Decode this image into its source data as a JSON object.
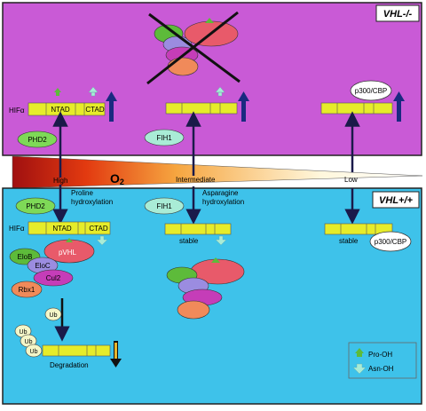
{
  "top_panel": {
    "label": "VHL-/-",
    "hif_label": "HIFα",
    "ntad": "NTAD",
    "ctad": "CTAD",
    "phd2": "PHD2",
    "fih1": "FIH1",
    "coactivator": "p300/CBP"
  },
  "gradient": {
    "high": "High",
    "o2": "O",
    "o2_sub": "2",
    "intermediate": "Intermediate",
    "low": "Low"
  },
  "bottom_panel": {
    "label": "VHL+/+",
    "hif_label": "HIFα",
    "ntad": "NTAD",
    "ctad": "CTAD",
    "phd2": "PHD2",
    "proline_line1": "Proline",
    "proline_line2": "hydroxylation",
    "fih1": "FIH1",
    "asparagine_line1": "Asparagine",
    "asparagine_line2": "hydroxylation",
    "pvhl": "pVHL",
    "elob": "EloB",
    "eloc": "EloC",
    "cul2": "Cul2",
    "rbx1": "Rbx1",
    "ub1": "Ub",
    "ub2": "Ub",
    "ub3": "Ub",
    "ub4": "Ub",
    "degradation": "Degradation",
    "stable_mid": "stable",
    "stable_right": "stable",
    "coactivator": "p300/CBP"
  },
  "legend": {
    "pro_oh": "Pro-OH",
    "asn_oh": "Asn-OH"
  },
  "colors": {
    "top_bg": "#c95ad6",
    "bottom_bg": "#3ec2ea",
    "domain_box": "#e6ec2a",
    "phd2": "#7ed957",
    "fih1": "#a9ecd6",
    "pvhl": "#e85a6a",
    "elob": "#5dbb3a",
    "eloc": "#9b8ce0",
    "cul2": "#c53db8",
    "rbx1": "#f08a5a",
    "ub": "#f4f6c8"
  }
}
